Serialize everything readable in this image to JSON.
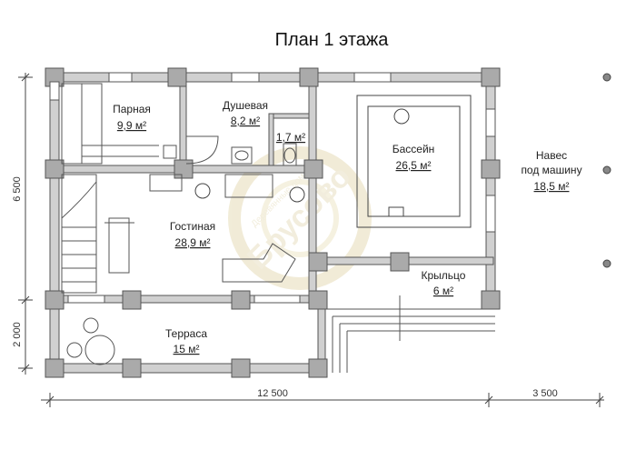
{
  "title": "План 1 этажа",
  "rooms": [
    {
      "id": "parnaya",
      "name": "Парная",
      "area": "9,9 м²"
    },
    {
      "id": "dushevaya",
      "name": "Душевая",
      "area": "8,2 м²"
    },
    {
      "id": "wc",
      "name": "",
      "area": "1,7 м²"
    },
    {
      "id": "bassein",
      "name": "Бассейн",
      "area": "26,5 м²"
    },
    {
      "id": "navess",
      "name": "Навес под машину",
      "name_line1": "Навес",
      "name_line2": "под машину",
      "area": "18,5 м²"
    },
    {
      "id": "gostinaya",
      "name": "Гостиная",
      "area": "28,9 м²"
    },
    {
      "id": "kryltso",
      "name": "Крыльцо",
      "area": "6 м²"
    },
    {
      "id": "terrasa",
      "name": "Терраса",
      "area": "15 м²"
    }
  ],
  "dimensions": {
    "width_main": "12 500",
    "width_extra": "3 500",
    "depth_main": "6 500",
    "depth_terrace": "2 000"
  },
  "watermark": {
    "brand": "Брусово",
    "subtitle": "Деревянные дома"
  },
  "colors": {
    "wall": "#c8c8c8",
    "wall_stroke": "#555555",
    "line": "#444444",
    "watermark": "#e6dcb8"
  }
}
